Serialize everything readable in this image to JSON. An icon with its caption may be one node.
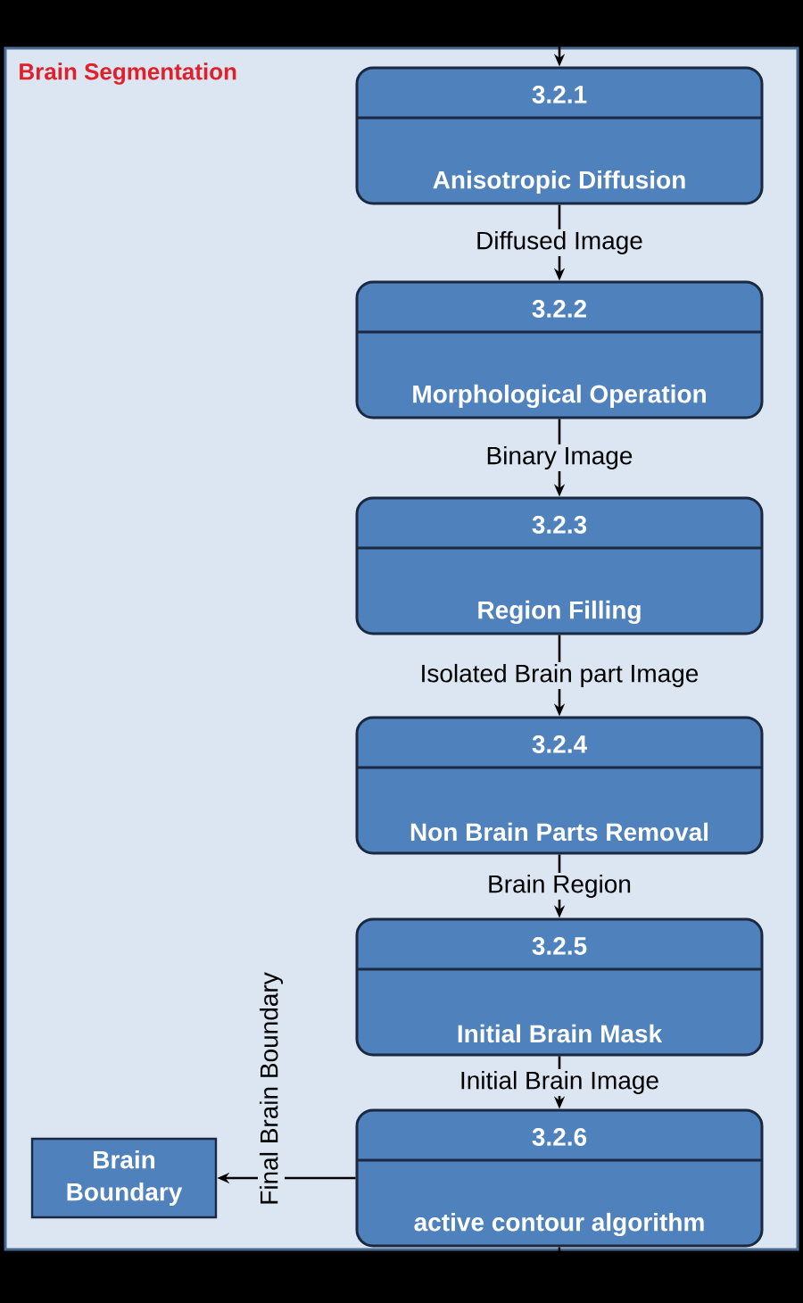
{
  "diagram": {
    "nodes": [
      {
        "text": [
          "Brain Segmentation"
        ]
      },
      {
        "text": [
          "3.2.1",
          "Anisotropic Diffusion"
        ],
        "in": 0
      },
      {
        "text": [
          "3.2.2",
          "Morphological Operation"
        ],
        "in": 0
      },
      {
        "text": [
          "3.2.3",
          "Region Filling"
        ],
        "in": 0
      },
      {
        "text": [
          "3.2.4",
          "Non Brain Parts Removal"
        ],
        "in": 0
      },
      {
        "text": [
          "3.2.5",
          "Initial Brain Mask"
        ],
        "in": 0
      },
      {
        "text": [
          "3.2.6",
          "active contour algorithm"
        ],
        "in": 0
      },
      {
        "text": [
          "Brain Boundary"
        ],
        "in": 0
      }
    ],
    "edges": [
      {
        "from": null,
        "to": 1,
        "arrow": "to"
      },
      {
        "from": 1,
        "to": 2,
        "arrow": "to",
        "label": "Diffused Image"
      },
      {
        "from": 2,
        "to": 3,
        "arrow": "to",
        "label": "Binary Image"
      },
      {
        "from": 3,
        "to": 4,
        "arrow": "to",
        "label": "Isolated Brain part Image"
      },
      {
        "from": 4,
        "to": 5,
        "arrow": "to",
        "label": "Brain Region"
      },
      {
        "from": 5,
        "to": 6,
        "arrow": "to",
        "label": "Initial Brain Image"
      },
      {
        "from": 6,
        "to": 7,
        "arrow": "to",
        "label": "Final Brain Boundary"
      },
      {
        "from": 6,
        "to": null,
        "arrow": "none"
      }
    ]
  }
}
